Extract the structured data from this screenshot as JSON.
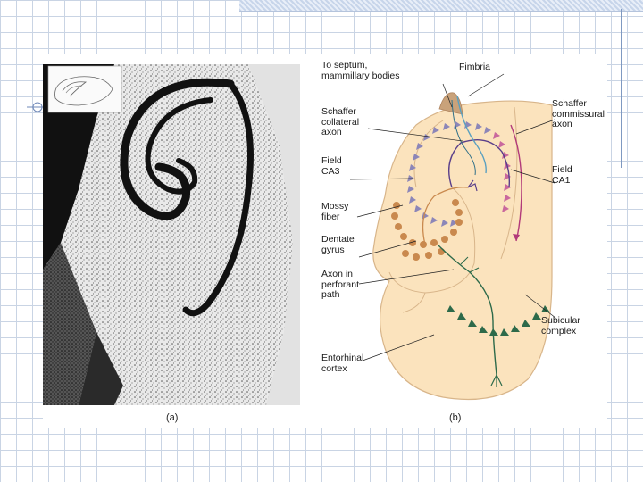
{
  "panels": {
    "a": {
      "caption": "(a)"
    },
    "b": {
      "caption": "(b)"
    }
  },
  "labels": {
    "to_septum": "To septum,\nmammillary bodies",
    "fimbria": "Fimbria",
    "schaffer_commissural": "Schaffer\ncommissural\naxon",
    "schaffer_collateral": "Schaffer\ncollateral\naxon",
    "field_ca3": "Field\nCA3",
    "field_ca1": "Field\nCA1",
    "mossy_fiber": "Mossy\nfiber",
    "dentate_gyrus": "Dentate\ngyrus",
    "perforant_path": "Axon in\nperforant\npath",
    "subicular_complex": "Subicular\ncomplex",
    "entorhinal_cortex": "Entorhinal\ncortex"
  },
  "colors": {
    "tissue": "#fbe3bd",
    "tissue_outline": "#d8b58a",
    "pyramidal_cells": "#8c86b8",
    "ca1_cells": "#c9689d",
    "granule_cells": "#c9894e",
    "entorhinal_cells": "#2d6a4a",
    "schaffer_axon": "#5a3f8a",
    "commissural_axon": "#b23a7a",
    "fimbria_axon": "#5aa0c0"
  }
}
